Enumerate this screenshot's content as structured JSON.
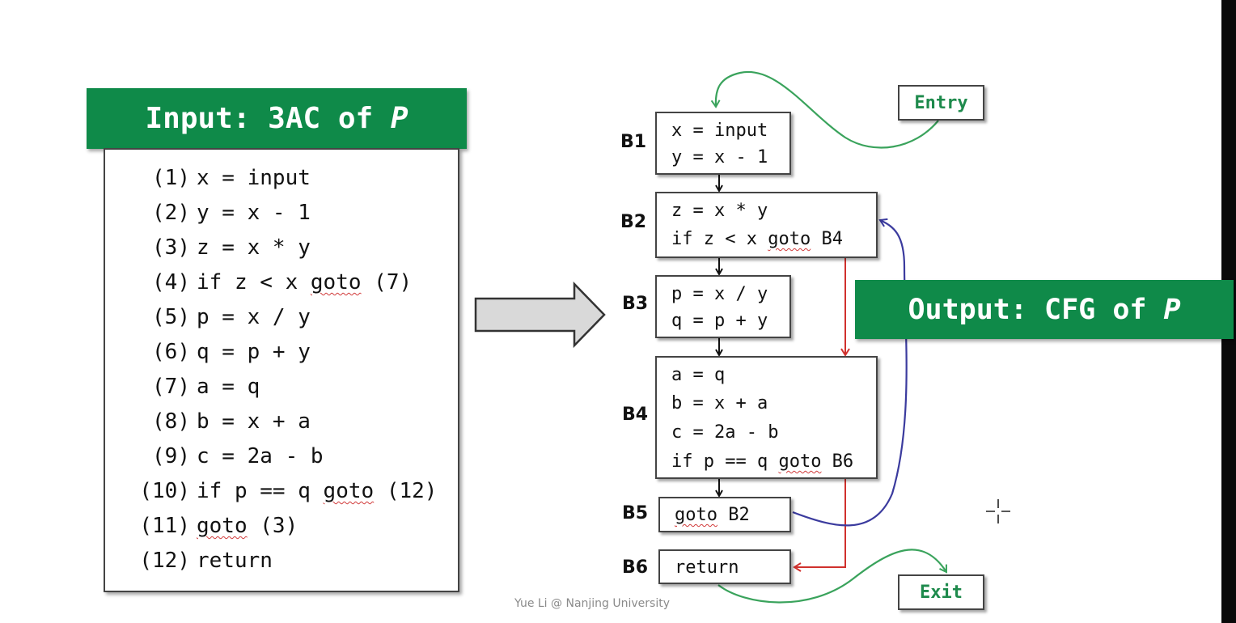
{
  "input_banner": {
    "text": "Input: 3AC of",
    "var": "P"
  },
  "output_banner": {
    "text": "Output: CFG of",
    "var": "P"
  },
  "code_lines": [
    {
      "num": "(1)",
      "pre": "x = input",
      "squig": "",
      "post": ""
    },
    {
      "num": "(2)",
      "pre": "y = x - 1",
      "squig": "",
      "post": ""
    },
    {
      "num": "(3)",
      "pre": "z = x * y",
      "squig": "",
      "post": ""
    },
    {
      "num": "(4)",
      "pre": "if z < x ",
      "squig": "goto",
      "post": " (7)"
    },
    {
      "num": "(5)",
      "pre": "p = x / y",
      "squig": "",
      "post": ""
    },
    {
      "num": "(6)",
      "pre": "q = p + y",
      "squig": "",
      "post": ""
    },
    {
      "num": "(7)",
      "pre": "a = q",
      "squig": "",
      "post": ""
    },
    {
      "num": "(8)",
      "pre": "b = x + a",
      "squig": "",
      "post": ""
    },
    {
      "num": "(9)",
      "pre": "c = 2a - b",
      "squig": "",
      "post": ""
    },
    {
      "num": "(10)",
      "pre": "if p == q ",
      "squig": "goto",
      "post": " (12)"
    },
    {
      "num": "(11)",
      "pre": "",
      "squig": "goto",
      "post": " (3)"
    },
    {
      "num": "(12)",
      "pre": "return",
      "squig": "",
      "post": ""
    }
  ],
  "blocks": [
    {
      "label": "B1",
      "lines": [
        {
          "pre": "x = input",
          "squig": "",
          "post": ""
        },
        {
          "pre": "y = x - 1",
          "squig": "",
          "post": ""
        }
      ]
    },
    {
      "label": "B2",
      "lines": [
        {
          "pre": "z = x * y",
          "squig": "",
          "post": ""
        },
        {
          "pre": "if z < x ",
          "squig": "goto",
          "post": " B4"
        }
      ]
    },
    {
      "label": "B3",
      "lines": [
        {
          "pre": "p = x / y",
          "squig": "",
          "post": ""
        },
        {
          "pre": "q = p + y",
          "squig": "",
          "post": ""
        }
      ]
    },
    {
      "label": "B4",
      "lines": [
        {
          "pre": "a = q",
          "squig": "",
          "post": ""
        },
        {
          "pre": "b = x + a",
          "squig": "",
          "post": ""
        },
        {
          "pre": "c = 2a - b",
          "squig": "",
          "post": ""
        },
        {
          "pre": "if p == q ",
          "squig": "goto",
          "post": " B6"
        }
      ]
    },
    {
      "label": "B5",
      "lines": [
        {
          "pre": "",
          "squig": "goto",
          "post": " B2"
        }
      ]
    },
    {
      "label": "B6",
      "lines": [
        {
          "pre": "return",
          "squig": "",
          "post": ""
        }
      ]
    }
  ],
  "entry_label": "Entry",
  "exit_label": "Exit",
  "footer": "Yue Li @ Nanjing University",
  "colors": {
    "banner": "#0f8a49",
    "terminal_text": "#1e8a4c",
    "entry_exit_edge": "#3aa35c",
    "jump_edge": "#d0312d",
    "back_edge": "#3b3b9e",
    "fallthrough_edge": "#111111"
  }
}
